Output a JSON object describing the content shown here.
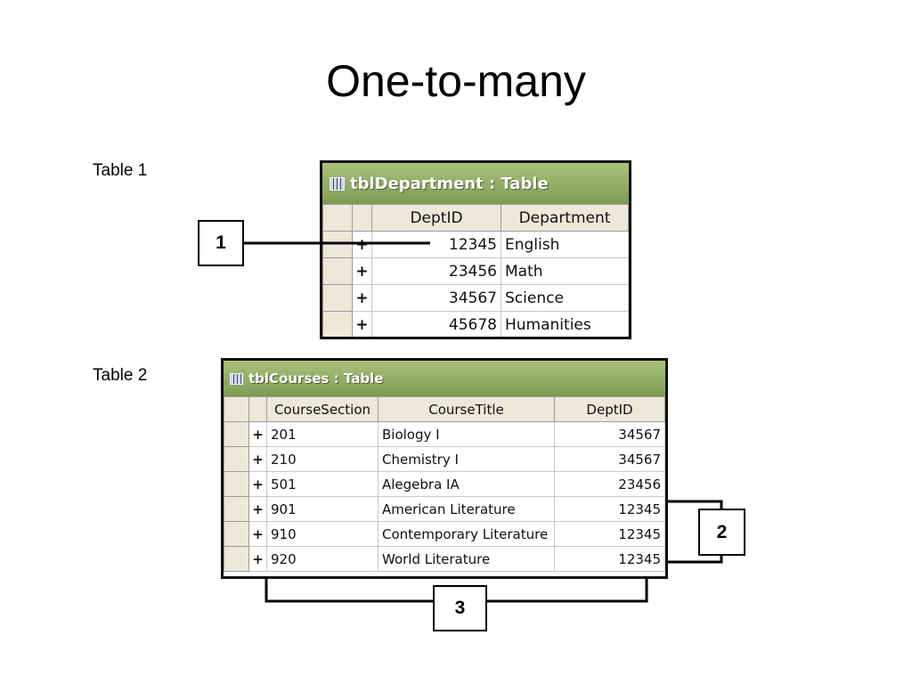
{
  "slide": {
    "title": "One-to-many"
  },
  "labels": {
    "table1": "Table 1",
    "table2": "Table 2"
  },
  "table1": {
    "title": "tblDepartment : Table",
    "columns": [
      "DeptID",
      "Department"
    ],
    "rows": [
      {
        "expander": "+",
        "DeptID": "12345",
        "Department": "English"
      },
      {
        "expander": "+",
        "DeptID": "23456",
        "Department": "Math"
      },
      {
        "expander": "+",
        "DeptID": "34567",
        "Department": "Science"
      },
      {
        "expander": "+",
        "DeptID": "45678",
        "Department": "Humanities"
      }
    ]
  },
  "table2": {
    "title": "tblCourses : Table",
    "columns": [
      "CourseSection",
      "CourseTitle",
      "DeptID"
    ],
    "rows": [
      {
        "expander": "+",
        "CourseSection": "201",
        "CourseTitle": "Biology I",
        "DeptID": "34567"
      },
      {
        "expander": "+",
        "CourseSection": "210",
        "CourseTitle": "Chemistry I",
        "DeptID": "34567"
      },
      {
        "expander": "+",
        "CourseSection": "501",
        "CourseTitle": "Alegebra IA",
        "DeptID": "23456"
      },
      {
        "expander": "+",
        "CourseSection": "901",
        "CourseTitle": "American Literature",
        "DeptID": "12345"
      },
      {
        "expander": "+",
        "CourseSection": "910",
        "CourseTitle": "Contemporary Literature",
        "DeptID": "12345"
      },
      {
        "expander": "+",
        "CourseSection": "920",
        "CourseTitle": "World Literature",
        "DeptID": "12345"
      }
    ]
  },
  "callouts": [
    "1",
    "2",
    "3"
  ],
  "colors": {
    "titlebar": "#8faa62",
    "header": "#ece9d8",
    "border": "#111111"
  }
}
